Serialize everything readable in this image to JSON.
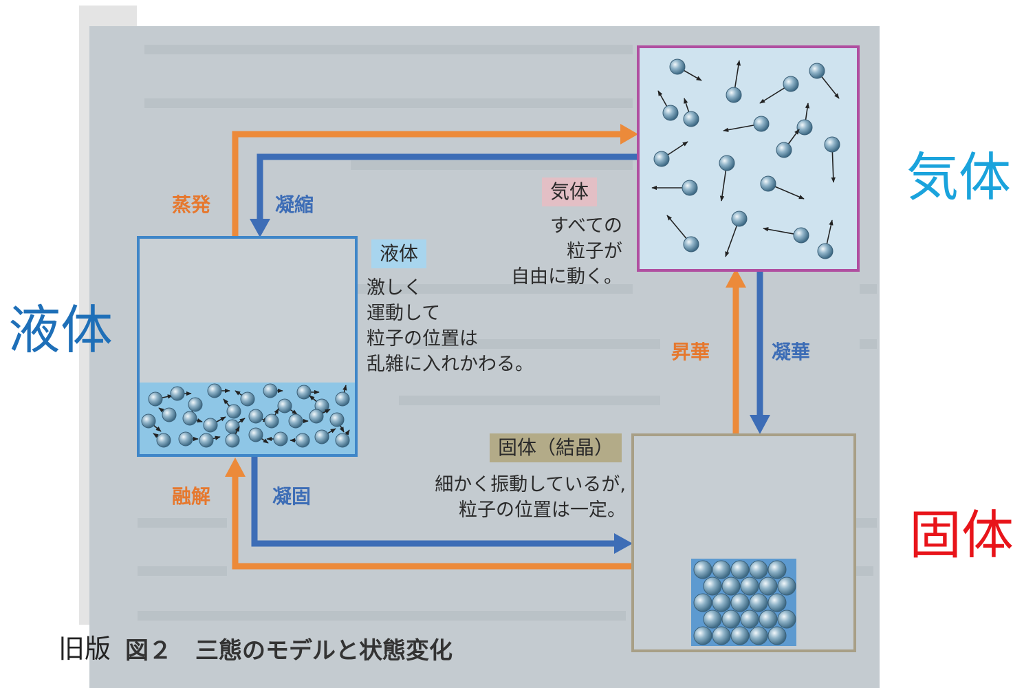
{
  "outer_labels": {
    "gas": "気体",
    "liquid": "液体",
    "solid": "固体"
  },
  "caption": {
    "prefix": "旧版",
    "figure": "図２　三態のモデルと状態変化"
  },
  "states": {
    "gas": {
      "tag": "気体",
      "lines": [
        "すべての",
        "粒子が",
        "自由に動く。"
      ]
    },
    "liquid": {
      "tag": "液体",
      "lines": [
        "激しく",
        "運動して",
        "粒子の位置は",
        "乱雑に入れかわる。"
      ]
    },
    "solid": {
      "tag": "固体（結晶）",
      "lines": [
        "細かく振動しているが,",
        "粒子の位置は一定。"
      ]
    }
  },
  "transitions": {
    "evaporation": "蒸発",
    "condensation": "凝縮",
    "sublimation": "昇華",
    "deposition": "凝華",
    "melting": "融解",
    "freezing": "凝固"
  },
  "colors": {
    "outer_gas": "#1aa3dc",
    "outer_liquid": "#1e6fb8",
    "outer_solid": "#e8141a",
    "arrow_orange": "#ec8a3a",
    "arrow_blue": "#3d6db6",
    "gas_box_border": "#b04fa0",
    "liquid_box_border": "#3f86c8",
    "solid_box_border": "#a89f86"
  }
}
